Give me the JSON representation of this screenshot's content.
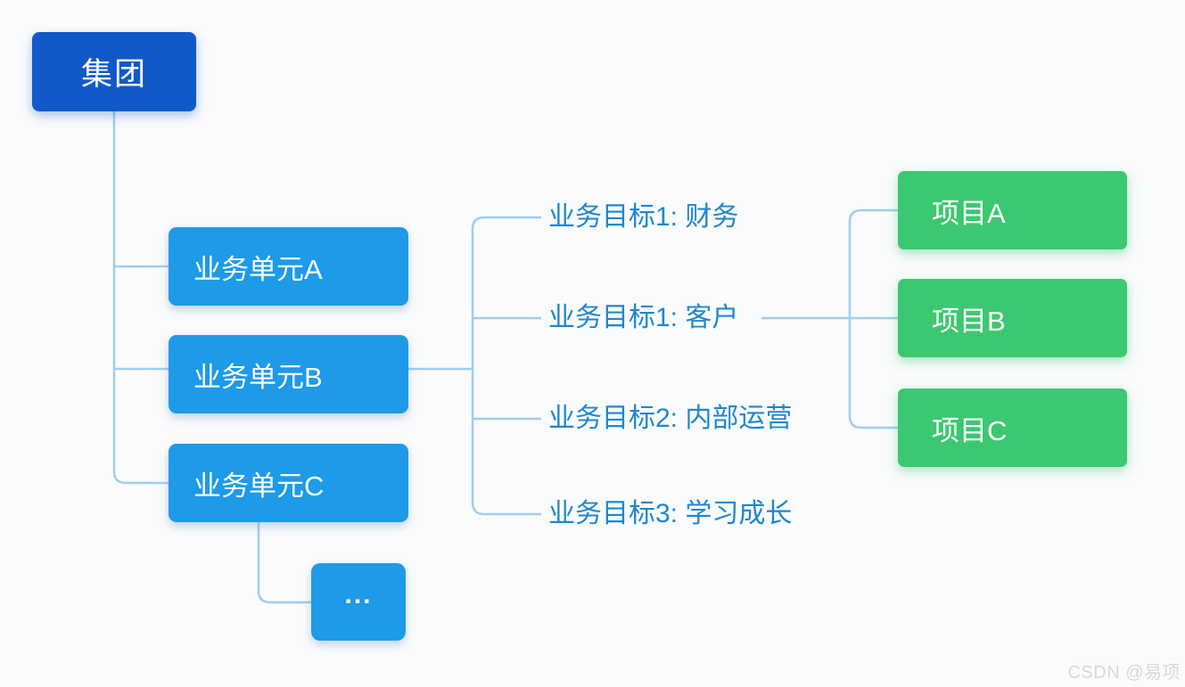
{
  "diagram": {
    "root": {
      "label": "集团"
    },
    "units": [
      {
        "label": "业务单元A"
      },
      {
        "label": "业务单元B"
      },
      {
        "label": "业务单元C"
      }
    ],
    "more_label": "...",
    "objectives": [
      {
        "label": "业务目标1: 财务"
      },
      {
        "label": "业务目标1: 客户"
      },
      {
        "label": "业务目标2: 内部运营"
      },
      {
        "label": "业务目标3: 学习成长"
      }
    ],
    "projects": [
      {
        "label": "项目A"
      },
      {
        "label": "项目B"
      },
      {
        "label": "项目C"
      }
    ]
  },
  "colors": {
    "root_node": "#1159c9",
    "unit_node": "#1d9ae8",
    "project_node": "#3cc870",
    "connector_line": "#9ecdf1",
    "objective_text": "#1e87cf",
    "node_text": "#ffffff",
    "background": "#fafbfc"
  },
  "watermark": "CSDN @易项"
}
